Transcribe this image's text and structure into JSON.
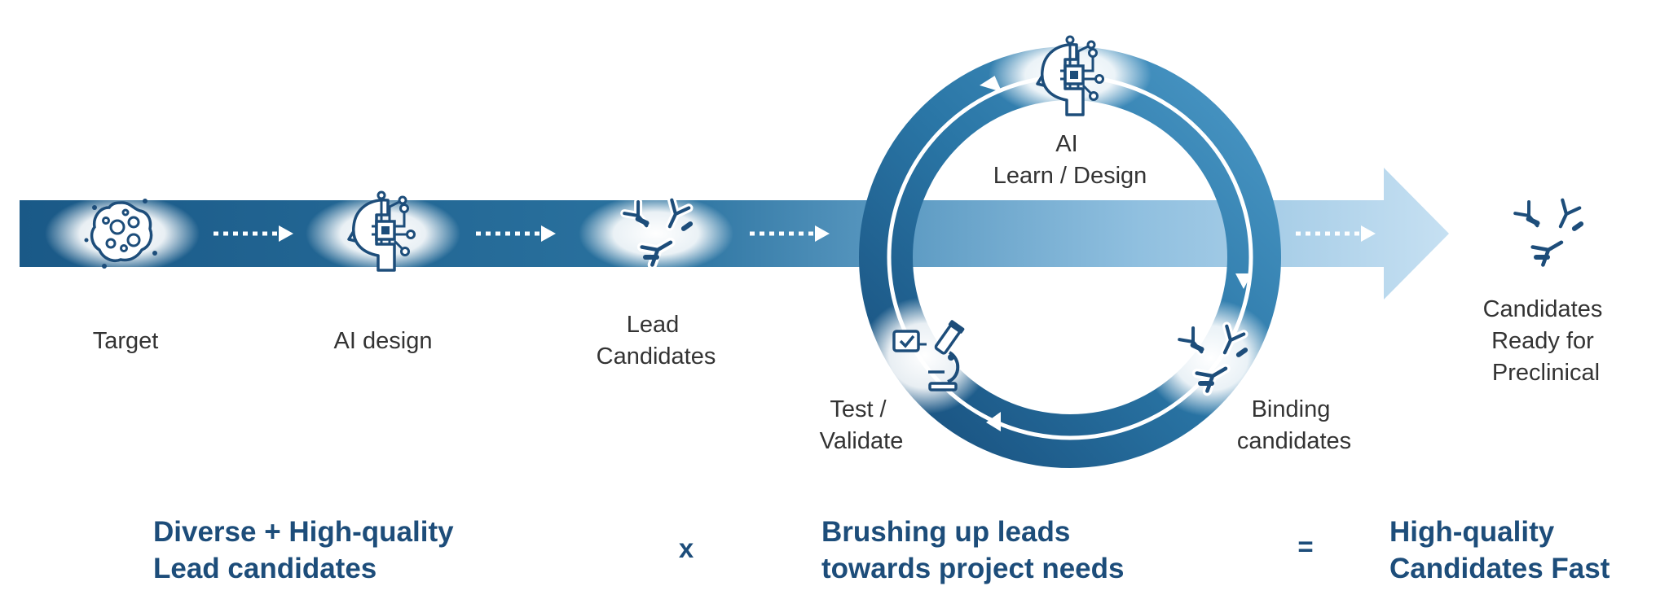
{
  "colors": {
    "dark_blue": "#1e5f8c",
    "mid_blue": "#3a86b3",
    "light_blue": "#b4d6ec",
    "text_dark": "#333333",
    "headline_blue": "#1d4d7a"
  },
  "pipeline": {
    "steps": [
      {
        "icon": "target-molecule-icon",
        "label_lines": [
          "Target"
        ]
      },
      {
        "icon": "ai-head-icon",
        "label_lines": [
          "AI design"
        ]
      },
      {
        "icon": "antibody-cluster-icon",
        "label_lines": [
          "Lead",
          "Candidates"
        ]
      }
    ]
  },
  "cycle": {
    "top": {
      "icon": "ai-head-icon",
      "label_lines": [
        "AI",
        "Learn / Design"
      ]
    },
    "right": {
      "icon": "antibody-cluster-icon",
      "label_lines": [
        "Binding",
        "candidates"
      ]
    },
    "left": {
      "icon": "microscope-check-icon",
      "label_lines": [
        "Test /",
        "Validate"
      ]
    }
  },
  "result": {
    "icon": "antibody-cluster-icon",
    "label_lines": [
      "Candidates",
      "Ready for",
      "Preclinical"
    ]
  },
  "summary": {
    "left_lines": [
      "Diverse + High-quality",
      "Lead candidates"
    ],
    "operator_times": "x",
    "middle_lines": [
      "Brushing up leads",
      "towards project needs"
    ],
    "operator_equals": "=",
    "right_lines": [
      "High-quality",
      "Candidates Fast"
    ]
  }
}
